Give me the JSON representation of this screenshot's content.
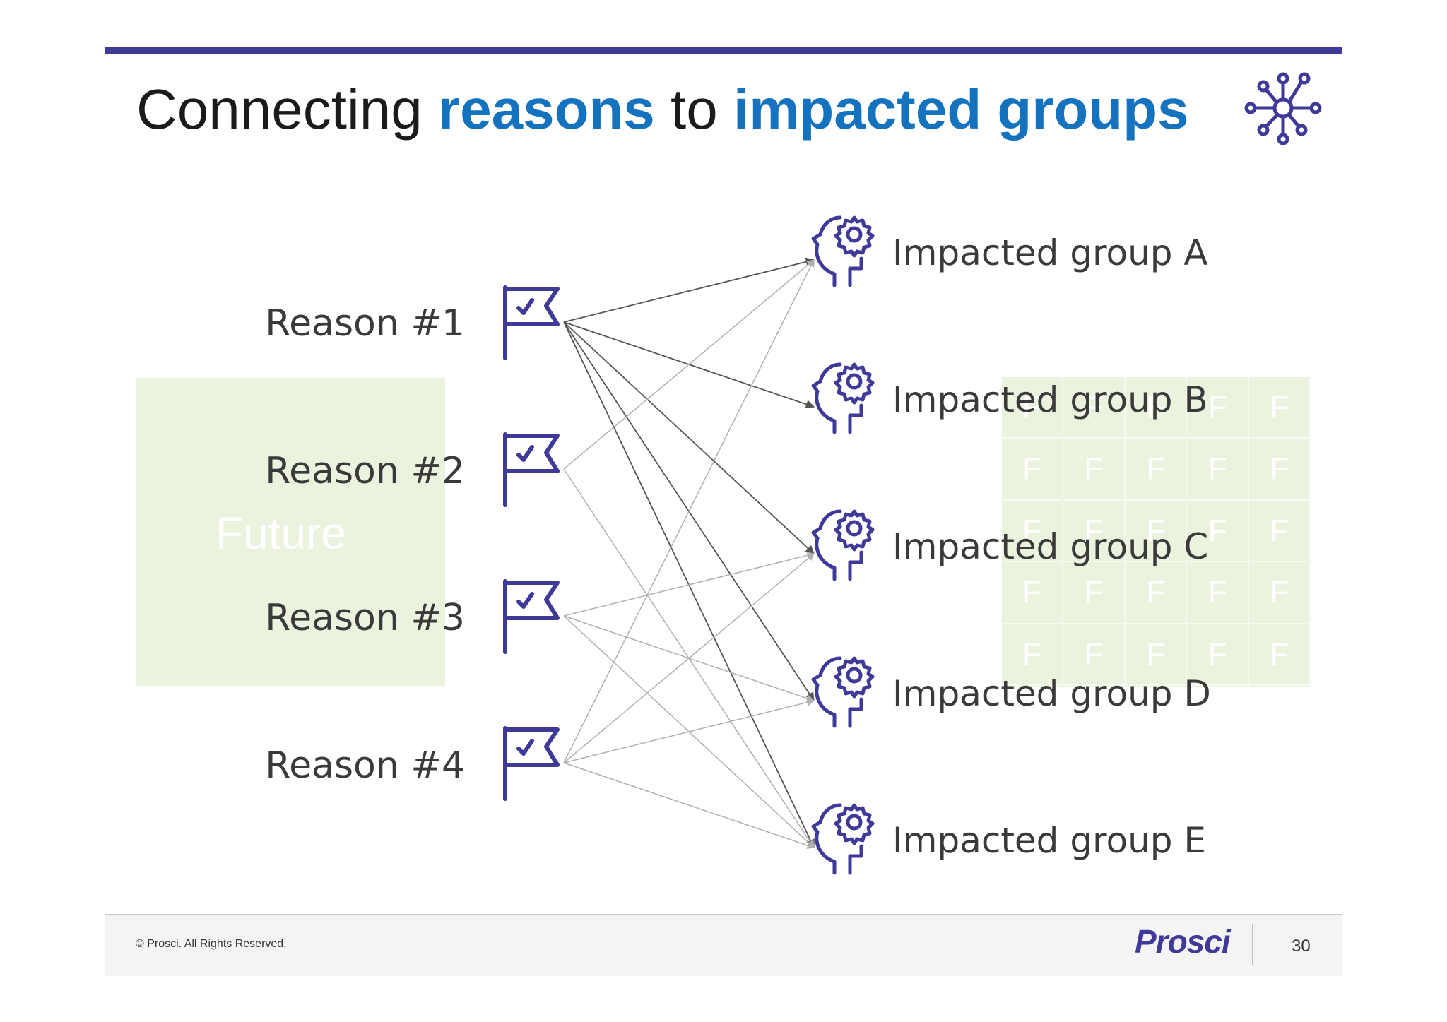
{
  "title": {
    "part1": "Connecting ",
    "part2": "reasons",
    "part3": " to ",
    "part4": "impacted groups",
    "accent_color": "#1472be",
    "icon": "network-hub-icon"
  },
  "background_panels": {
    "left_label": "Future",
    "right_cell_letter": "F",
    "color": "#ebf3df"
  },
  "reasons": [
    {
      "label": "Reason #1",
      "icon": "flag-check-icon"
    },
    {
      "label": "Reason #2",
      "icon": "flag-check-icon"
    },
    {
      "label": "Reason #3",
      "icon": "flag-check-icon"
    },
    {
      "label": "Reason #4",
      "icon": "flag-check-icon"
    }
  ],
  "groups": [
    {
      "label": "Impacted group A",
      "icon": "head-gear-icon"
    },
    {
      "label": "Impacted group B",
      "icon": "head-gear-icon"
    },
    {
      "label": "Impacted group C",
      "icon": "head-gear-icon"
    },
    {
      "label": "Impacted group D",
      "icon": "head-gear-icon"
    },
    {
      "label": "Impacted group E",
      "icon": "head-gear-icon"
    }
  ],
  "connections": [
    {
      "from": 0,
      "to": 0,
      "emphasis": "dark"
    },
    {
      "from": 0,
      "to": 1,
      "emphasis": "dark"
    },
    {
      "from": 0,
      "to": 2,
      "emphasis": "dark"
    },
    {
      "from": 0,
      "to": 3,
      "emphasis": "dark"
    },
    {
      "from": 0,
      "to": 4,
      "emphasis": "dark"
    },
    {
      "from": 1,
      "to": 0,
      "emphasis": "light"
    },
    {
      "from": 1,
      "to": 4,
      "emphasis": "light"
    },
    {
      "from": 2,
      "to": 2,
      "emphasis": "light"
    },
    {
      "from": 2,
      "to": 3,
      "emphasis": "light"
    },
    {
      "from": 2,
      "to": 4,
      "emphasis": "light"
    },
    {
      "from": 3,
      "to": 0,
      "emphasis": "light"
    },
    {
      "from": 3,
      "to": 2,
      "emphasis": "light"
    },
    {
      "from": 3,
      "to": 3,
      "emphasis": "light"
    },
    {
      "from": 3,
      "to": 4,
      "emphasis": "light"
    }
  ],
  "colors": {
    "brand": "#3f3a97",
    "dark_line": "#555555",
    "light_line": "#b0b0b0"
  },
  "footer": {
    "copyright": "© Prosci. All Rights Reserved.",
    "brand": "Prosci",
    "page_number": "30"
  }
}
